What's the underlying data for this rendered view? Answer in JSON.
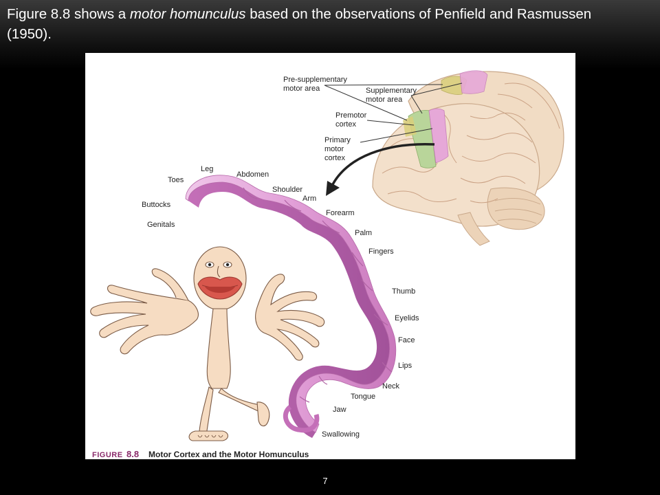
{
  "slide": {
    "title_prefix": "Figure 8.8 shows a ",
    "title_italic": "motor homunculus",
    "title_suffix": " based on the observations of Penfield and Rasmussen (1950).",
    "page_number": "7"
  },
  "figure": {
    "caption_figure": "FIGURE",
    "caption_number": "8.8",
    "caption_text": "Motor Cortex and the Motor Homunculus",
    "brain_labels": {
      "pre_supplementary_1": "Pre-supplementary",
      "pre_supplementary_2": "motor area",
      "supplementary_1": "Supplementary",
      "supplementary_2": "motor area",
      "premotor_1": "Premotor",
      "premotor_2": "cortex",
      "primary_1": "Primary",
      "primary_2": "motor",
      "primary_3": "cortex"
    },
    "body_labels": {
      "toes": "Toes",
      "leg": "Leg",
      "abdomen": "Abdomen",
      "buttocks": "Buttocks",
      "genitals": "Genitals",
      "shoulder": "Shoulder",
      "arm": "Arm",
      "forearm": "Forearm",
      "palm": "Palm",
      "fingers": "Fingers",
      "thumb": "Thumb",
      "eyelids": "Eyelids",
      "face": "Face",
      "lips": "Lips",
      "neck": "Neck",
      "tongue": "Tongue",
      "jaw": "Jaw",
      "swallowing": "Swallowing"
    },
    "colors": {
      "pre_supplementary": "#d9cf7a",
      "supplementary": "#e6a8d8",
      "premotor": "#b9d59a",
      "primary_motor": "#e6a8d8",
      "cortex_strip": "#e4a6dc",
      "skin": "#f6dcc2",
      "brain": "#f3e0cb",
      "caption_accent": "#8a2a6a"
    }
  }
}
